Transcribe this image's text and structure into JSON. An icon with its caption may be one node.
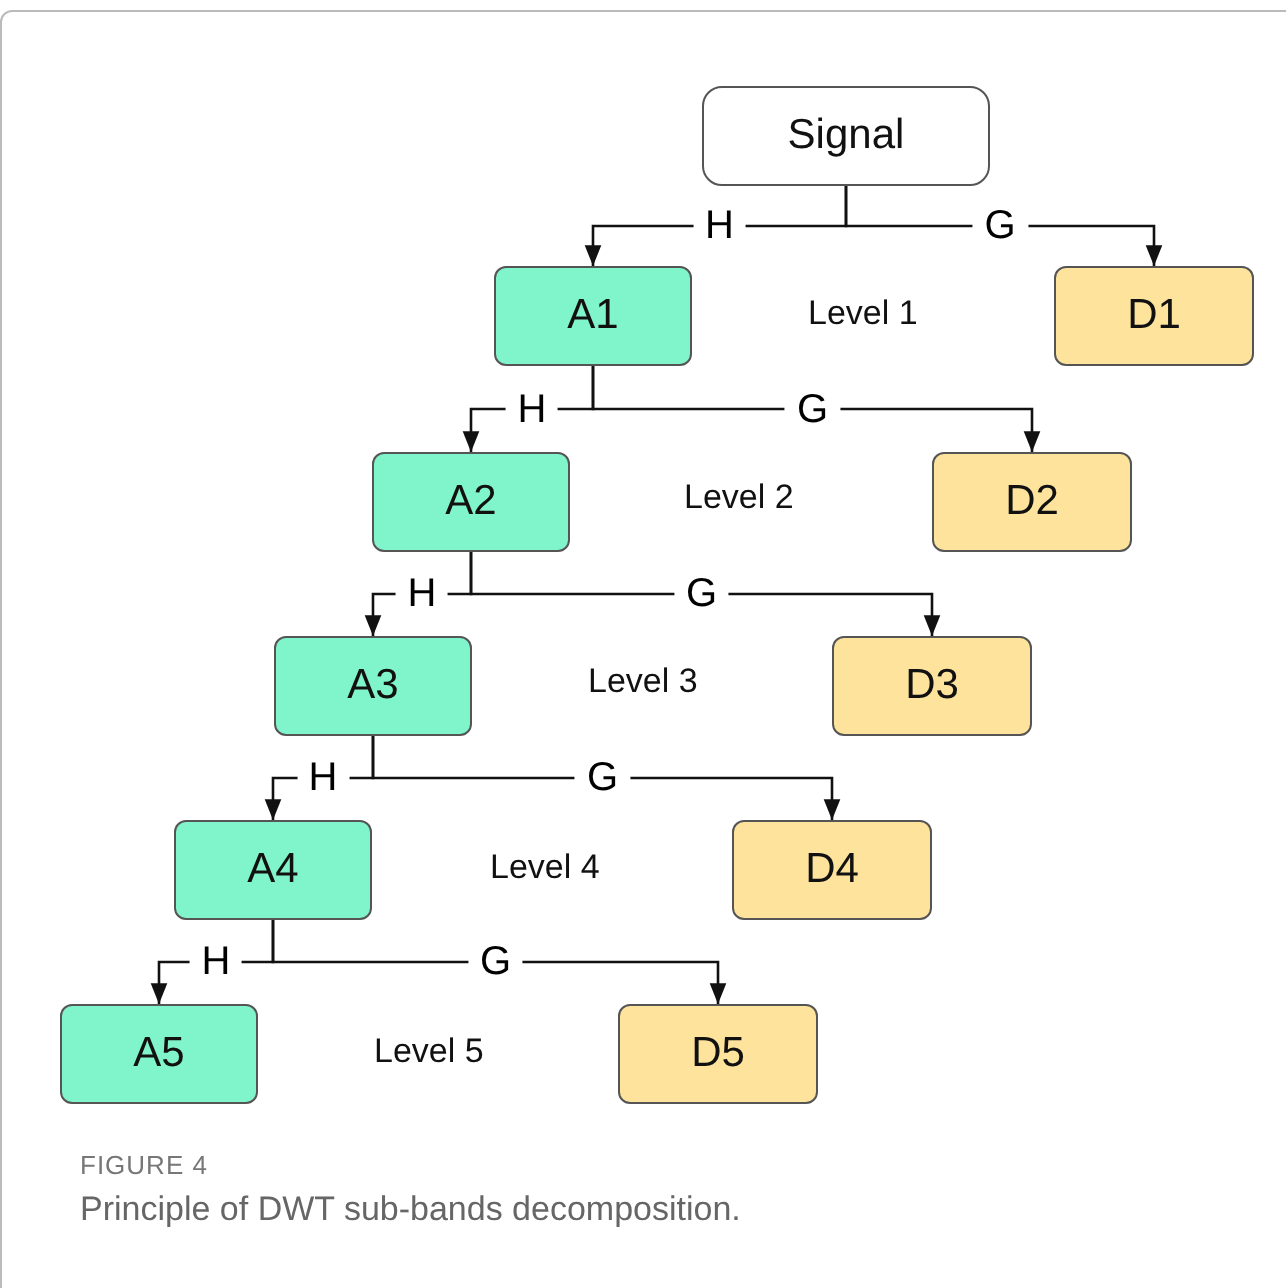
{
  "diagram": {
    "caption": "Principle of DWT sub-bands decomposition.",
    "nodes": [
      {
        "text": [
          "Signal"
        ]
      },
      {
        "text": [
          "A1"
        ]
      },
      {
        "text": [
          "D1"
        ]
      },
      {
        "text": [
          "A2"
        ]
      },
      {
        "text": [
          "D2"
        ]
      },
      {
        "text": [
          "A3"
        ]
      },
      {
        "text": [
          "D3"
        ]
      },
      {
        "text": [
          "A4"
        ]
      },
      {
        "text": [
          "D4"
        ]
      },
      {
        "text": [
          "A5"
        ]
      },
      {
        "text": [
          "D5"
        ]
      }
    ],
    "edges": [
      {
        "from": 0,
        "to": 1,
        "arrow": "to",
        "label": "H"
      },
      {
        "from": 0,
        "to": 2,
        "arrow": "to",
        "label": "G"
      },
      {
        "from": 1,
        "to": 3,
        "arrow": "to",
        "label": "H"
      },
      {
        "from": 1,
        "to": 4,
        "arrow": "to",
        "label": "G"
      },
      {
        "from": 3,
        "to": 5,
        "arrow": "to",
        "label": "H"
      },
      {
        "from": 3,
        "to": 6,
        "arrow": "to",
        "label": "G"
      },
      {
        "from": 5,
        "to": 7,
        "arrow": "to",
        "label": "H"
      },
      {
        "from": 5,
        "to": 8,
        "arrow": "to",
        "label": "G"
      },
      {
        "from": 7,
        "to": 9,
        "arrow": "to",
        "label": "H"
      },
      {
        "from": 7,
        "to": 10,
        "arrow": "to",
        "label": "G"
      }
    ],
    "labels": [
      "Level 1",
      "Level 2",
      "Level 3",
      "Level 4",
      "Level 5",
      "FIGURE 4"
    ]
  }
}
